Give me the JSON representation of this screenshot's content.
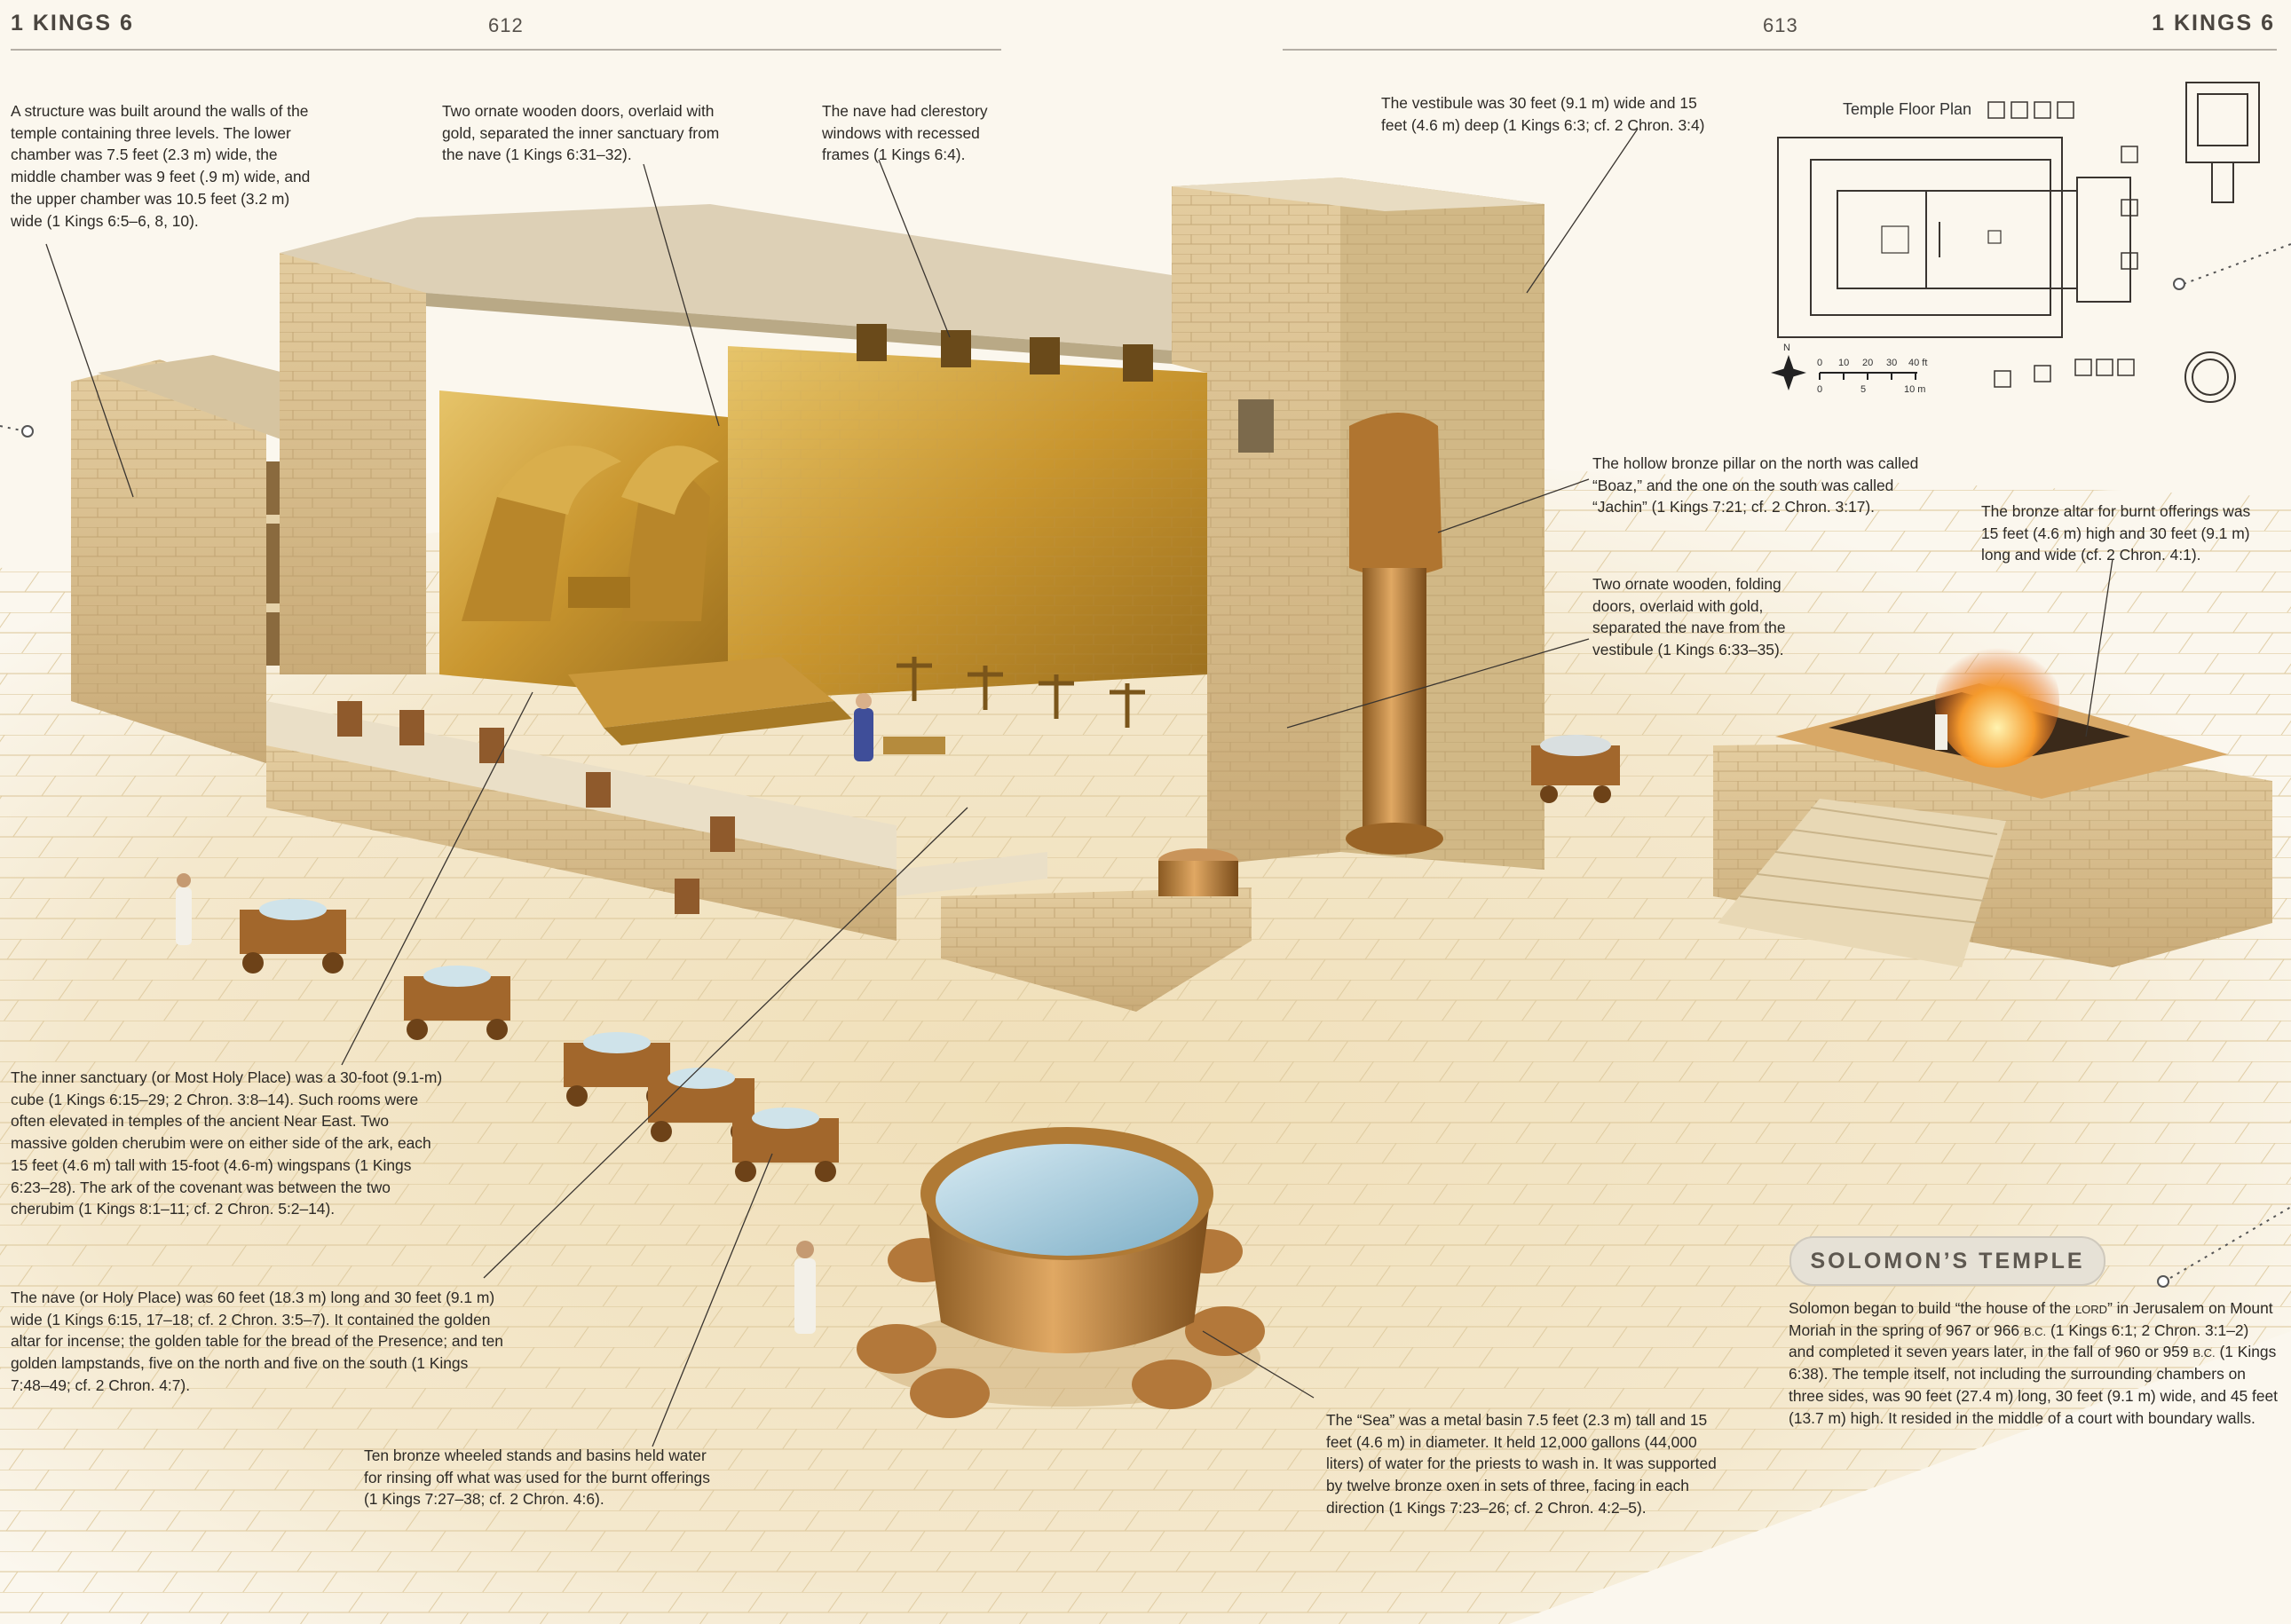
{
  "header": {
    "left_book": "1 KINGS 6",
    "left_page": "612",
    "right_page": "613",
    "right_book": "1 KINGS 6"
  },
  "captions": {
    "side_chambers": "A structure was built around the walls of the temple containing three levels. The lower chamber was 7.5 feet (2.3 m) wide, the middle chamber was 9 feet (.9 m) wide, and the upper chamber was 10.5 feet (3.2 m) wide (1 Kings 6:5–6, 8, 10).",
    "inner_doors": "Two ornate wooden doors, overlaid with gold, separated the inner sanctuary from the nave (1 Kings 6:31–32).",
    "clerestory": "The nave had clerestory windows with recessed frames (1 Kings 6:4).",
    "vestibule": "The vestibule was 30 feet (9.1 m) wide and 15 feet (4.6 m) deep (1 Kings 6:3; cf. 2 Chron. 3:4)",
    "pillars": "The hollow bronze pillar on the north was called “Boaz,” and the one on the south was called “Jachin” (1 Kings 7:21; cf. 2 Chron. 3:17).",
    "folding_doors": "Two ornate wooden, folding doors, overlaid with gold, separated the nave from the vestibule (1 Kings 6:33–35).",
    "altar": "The bronze altar for burnt offerings was 15 feet (4.6 m) high and 30 feet (9.1 m) long and wide (cf. 2 Chron. 4:1).",
    "inner_sanctuary": "The inner sanctuary (or Most Holy Place) was a 30-foot (9.1-m) cube (1 Kings 6:15–29; 2 Chron. 3:8–14). Such rooms were often elevated in temples of the ancient Near East. Two massive golden cherubim were on either side of the ark, each 15 feet (4.6 m) tall with 15-foot (4.6-m) wingspans (1 Kings 6:23–28). The ark of the covenant was between the two cherubim (1 Kings 8:1–11; cf. 2 Chron. 5:2–14).",
    "nave": "The nave (or Holy Place) was 60 feet (18.3 m) long and 30 feet (9.1 m) wide (1 Kings 6:15, 17–18; cf. 2 Chron. 3:5–7). It contained the golden altar for incense; the golden table for the bread of the Presence; and ten golden lampstands, five on the north and five on the south (1 Kings 7:48–49; cf. 2 Chron. 4:7).",
    "stands": "Ten bronze wheeled stands and basins held water for rinsing off what was used for the burnt offerings (1 Kings 7:27–38; cf. 2 Chron. 4:6).",
    "sea": "The “Sea” was a metal basin 7.5 feet (2.3 m) tall and 15 feet (4.6 m) in diameter. It held 12,000 gallons (44,000 liters) of water for the priests to wash in. It was supported by twelve bronze oxen in sets of three, facing in each direction (1 Kings 7:23–26; cf. 2 Chron. 4:2–5)."
  },
  "summary": {
    "title": "SOLOMON’S TEMPLE",
    "text_a": "Solomon began to build “the house of the ",
    "lord": "Lord",
    "text_b": "” in Jerusalem on Mount Moriah in the spring of 967 or 966 ",
    "bc1": "B.C.",
    "text_c": " (1 Kings 6:1; 2 Chron. 3:1–2) and completed it seven years later, in the fall of 960 or 959 ",
    "bc2": "B.C.",
    "text_d": " (1 Kings 6:38). The temple itself, not including the surrounding chambers on three sides, was 90 feet (27.4 m) long, 30 feet (9.1 m) wide, and 45 feet (13.7 m) high. It resided in the middle of a court with boundary walls."
  },
  "floor_plan": {
    "title": "Temple Floor Plan",
    "north": "N",
    "scale_ft": [
      "0",
      "10",
      "20",
      "30",
      "40 ft"
    ],
    "scale_m": [
      "0",
      "5",
      "10 m"
    ]
  },
  "colors": {
    "paving": "#f1e3c2",
    "stone": "#d9c08f",
    "gold": "#c99a3a",
    "bronze": "#b57b38",
    "water": "#9cc4d8"
  }
}
